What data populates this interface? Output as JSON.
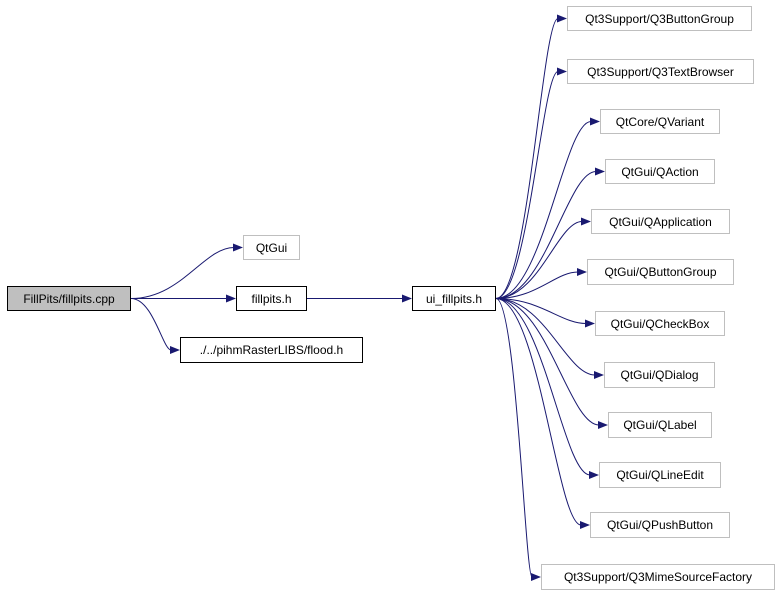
{
  "graph": {
    "root": "FillPits/fillpits.cpp",
    "nodes": {
      "fillpits_cpp": "FillPits/fillpits.cpp",
      "qtgui": "QtGui",
      "fillpits_h": "fillpits.h",
      "flood_h": "./../pihmRasterLIBS/flood.h",
      "ui_fillpits_h": "ui_fillpits.h",
      "q3buttongroup": "Qt3Support/Q3ButtonGroup",
      "q3textbrowser": "Qt3Support/Q3TextBrowser",
      "qvariant": "QtCore/QVariant",
      "qaction": "QtGui/QAction",
      "qapplication": "QtGui/QApplication",
      "qbuttongroup": "QtGui/QButtonGroup",
      "qcheckbox": "QtGui/QCheckBox",
      "qdialog": "QtGui/QDialog",
      "qlabel": "QtGui/QLabel",
      "qlineedit": "QtGui/QLineEdit",
      "qpushbutton": "QtGui/QPushButton",
      "q3mimesourcefactory": "Qt3Support/Q3MimeSourceFactory"
    },
    "edges": [
      [
        "fillpits_cpp",
        "qtgui"
      ],
      [
        "fillpits_cpp",
        "fillpits_h"
      ],
      [
        "fillpits_cpp",
        "flood_h"
      ],
      [
        "fillpits_h",
        "ui_fillpits_h"
      ],
      [
        "ui_fillpits_h",
        "q3buttongroup"
      ],
      [
        "ui_fillpits_h",
        "q3textbrowser"
      ],
      [
        "ui_fillpits_h",
        "qvariant"
      ],
      [
        "ui_fillpits_h",
        "qaction"
      ],
      [
        "ui_fillpits_h",
        "qapplication"
      ],
      [
        "ui_fillpits_h",
        "qbuttongroup"
      ],
      [
        "ui_fillpits_h",
        "qcheckbox"
      ],
      [
        "ui_fillpits_h",
        "qdialog"
      ],
      [
        "ui_fillpits_h",
        "qlabel"
      ],
      [
        "ui_fillpits_h",
        "qlineedit"
      ],
      [
        "ui_fillpits_h",
        "qpushbutton"
      ],
      [
        "ui_fillpits_h",
        "q3mimesourcefactory"
      ]
    ],
    "colors": {
      "edge": "#191970",
      "root_fill": "#bfbfbf",
      "local_border": "#000000",
      "external_border": "#bfbfbf"
    }
  }
}
